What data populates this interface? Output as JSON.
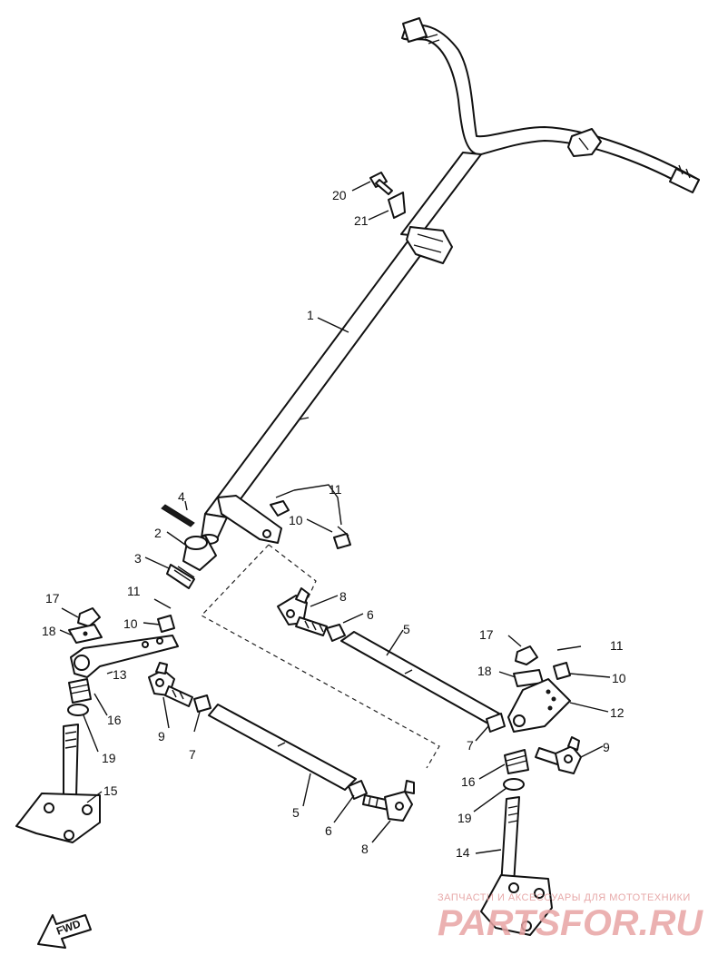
{
  "callouts": {
    "p1": "1",
    "p2": "2",
    "p3": "3",
    "p4": "4",
    "p5a": "5",
    "p5b": "5",
    "p6a": "6",
    "p6b": "6",
    "p7a": "7",
    "p7b": "7",
    "p8a": "8",
    "p8b": "8",
    "p9a": "9",
    "p9b": "9",
    "p10a": "10",
    "p10b": "10",
    "p10c": "10",
    "p11a": "11",
    "p11b": "11",
    "p11c": "11",
    "p12": "12",
    "p13": "13",
    "p14": "14",
    "p15": "15",
    "p16a": "16",
    "p16b": "16",
    "p17a": "17",
    "p17b": "17",
    "p18a": "18",
    "p18b": "18",
    "p19a": "19",
    "p19b": "19",
    "p20": "20",
    "p21": "21"
  },
  "direction_marker": "FWD",
  "watermark": {
    "tagline": "ЗАПЧАСТИ И АКСЕССУАРЫ ДЛЯ МОТОТЕХНИКИ",
    "brand": "PARTSFOR.RU"
  }
}
